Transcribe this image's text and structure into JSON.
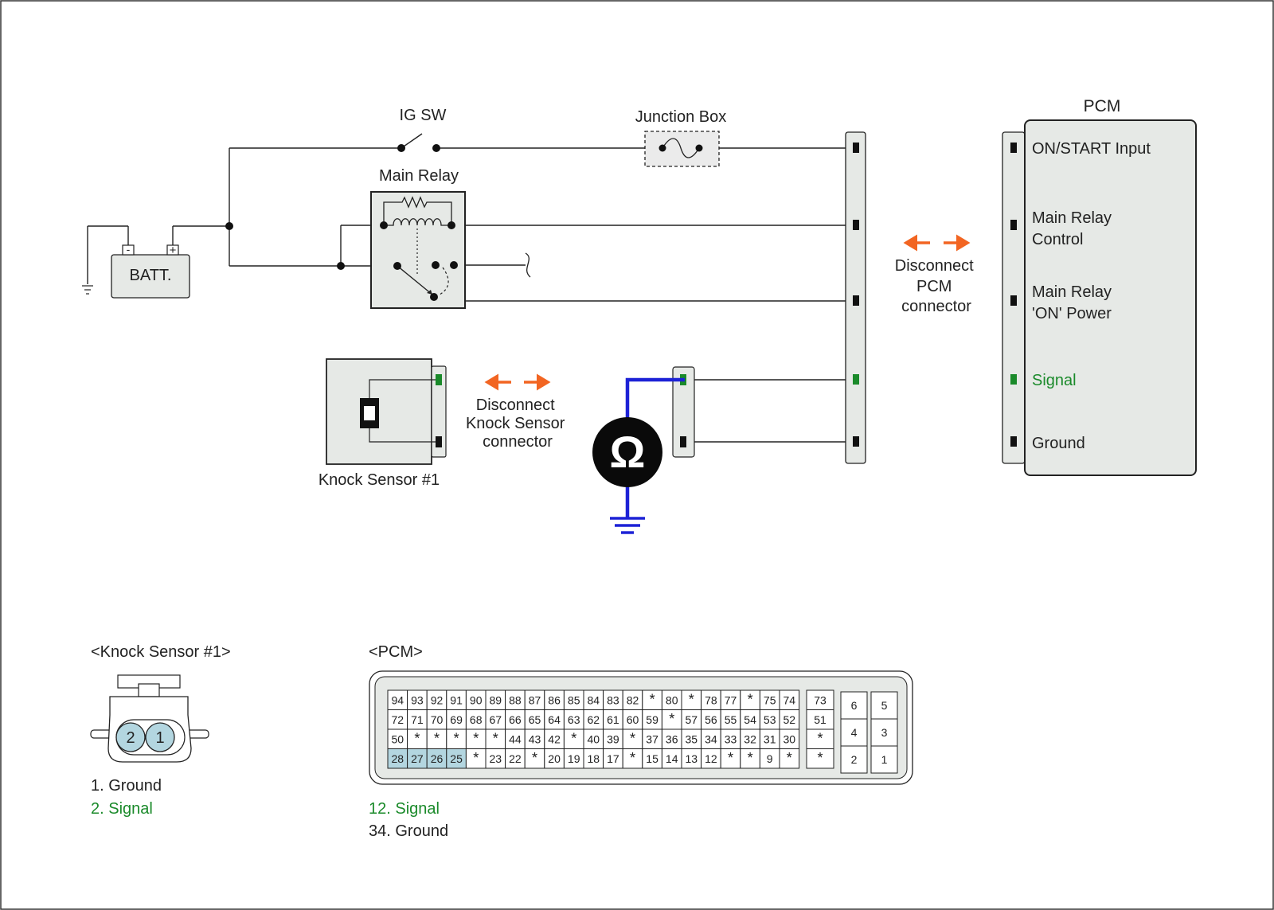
{
  "colors": {
    "wire": "#222222",
    "signal_green": "#1a8a2a",
    "arrow_orange": "#f26522",
    "meter_blue": "#1d22d6",
    "connector_fill": "#e6e9e6",
    "highlight_pin": "#b3d6e0"
  },
  "labels": {
    "ig_sw": "IG SW",
    "junction_box": "Junction Box",
    "main_relay": "Main Relay",
    "battery": "BATT.",
    "battery_neg": "-",
    "battery_pos": "+",
    "pcm_title": "PCM",
    "knock_sensor": "Knock Sensor #1",
    "disconnect_pcm": [
      "Disconnect",
      "PCM",
      "connector"
    ],
    "disconnect_ks": [
      "Disconnect",
      "Knock Sensor",
      "connector"
    ],
    "ohm": "Ω"
  },
  "pcm_pins": {
    "on_start": [
      "ON/START Input"
    ],
    "relay_control": [
      "Main Relay",
      "Control"
    ],
    "relay_power": [
      "Main Relay",
      "'ON' Power"
    ],
    "signal": [
      "Signal"
    ],
    "ground": [
      "Ground"
    ]
  },
  "knock_connector": {
    "title": "<Knock Sensor #1>",
    "pins": [
      "2",
      "1"
    ],
    "legend": [
      "1. Ground",
      "2. Signal"
    ]
  },
  "pcm_connector": {
    "title": "<PCM>",
    "rows": [
      [
        "94",
        "93",
        "92",
        "91",
        "90",
        "89",
        "88",
        "87",
        "86",
        "85",
        "84",
        "83",
        "82",
        "*",
        "80",
        "*",
        "78",
        "77",
        "*",
        "75",
        "74"
      ],
      [
        "72",
        "71",
        "70",
        "69",
        "68",
        "67",
        "66",
        "65",
        "64",
        "63",
        "62",
        "61",
        "60",
        "59",
        "*",
        "57",
        "56",
        "55",
        "54",
        "53",
        "52"
      ],
      [
        "50",
        "*",
        "*",
        "*",
        "*",
        "*",
        "44",
        "43",
        "42",
        "*",
        "40",
        "39",
        "*",
        "37",
        "36",
        "35",
        "34",
        "33",
        "32",
        "31",
        "30"
      ],
      [
        "28",
        "27",
        "26",
        "25",
        "*",
        "23",
        "22",
        "*",
        "20",
        "19",
        "18",
        "17",
        "*",
        "15",
        "14",
        "13",
        "12",
        "*",
        "*",
        "9",
        "*"
      ]
    ],
    "highlighted": [
      "28",
      "27",
      "26",
      "25"
    ],
    "side_col": [
      "73",
      "51",
      "*",
      "*"
    ],
    "right_block_left": [
      "6",
      "4",
      "2"
    ],
    "right_block_right": [
      "5",
      "3",
      "1"
    ],
    "legend": [
      "12. Signal",
      "34. Ground"
    ]
  }
}
